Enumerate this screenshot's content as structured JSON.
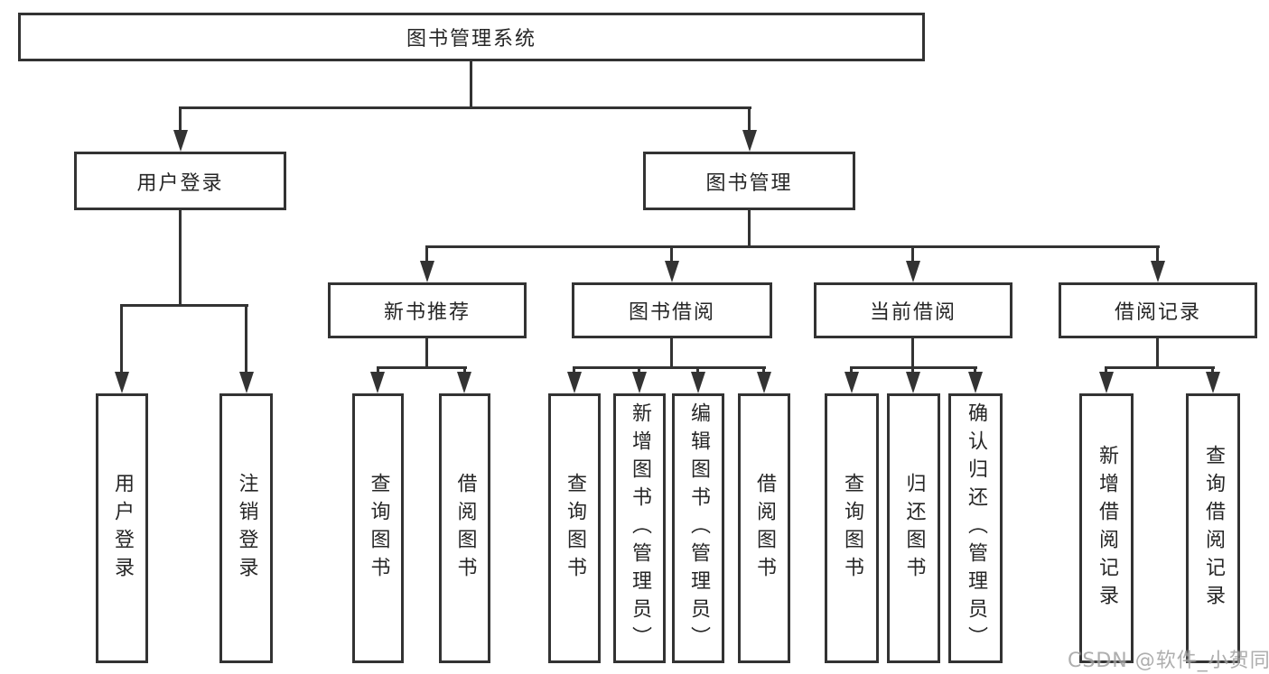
{
  "diagram": {
    "title": "图书管理系统",
    "root": {
      "label": "图书管理系统"
    },
    "level2": [
      {
        "label": "用户登录",
        "parent": "图书管理系统"
      },
      {
        "label": "图书管理",
        "parent": "图书管理系统"
      }
    ],
    "level3": [
      {
        "label": "新书推荐",
        "parent": "图书管理"
      },
      {
        "label": "图书借阅",
        "parent": "图书管理"
      },
      {
        "label": "当前借阅",
        "parent": "图书管理"
      },
      {
        "label": "借阅记录",
        "parent": "图书管理"
      }
    ],
    "leaves": [
      {
        "label": "用户登录",
        "parent": "用户登录"
      },
      {
        "label": "注销登录",
        "parent": "用户登录"
      },
      {
        "label": "查询图书",
        "parent": "新书推荐"
      },
      {
        "label": "借阅图书",
        "parent": "新书推荐"
      },
      {
        "label": "查询图书",
        "parent": "图书借阅"
      },
      {
        "label": "新增图书（管理员）",
        "parent": "图书借阅"
      },
      {
        "label": "编辑图书（管理员）",
        "parent": "图书借阅"
      },
      {
        "label": "借阅图书",
        "parent": "图书借阅"
      },
      {
        "label": "查询图书",
        "parent": "当前借阅"
      },
      {
        "label": "归还图书",
        "parent": "当前借阅"
      },
      {
        "label": "确认归还（管理员）",
        "parent": "当前借阅"
      },
      {
        "label": "新增借阅记录",
        "parent": "借阅记录"
      },
      {
        "label": "查询借阅记录",
        "parent": "借阅记录"
      }
    ]
  },
  "watermark": {
    "text": "CSDN @软件_小贺同学"
  },
  "colors": {
    "line": "#333333",
    "text": "#262626",
    "watermark": "#a0a0a0",
    "background": "#ffffff"
  }
}
